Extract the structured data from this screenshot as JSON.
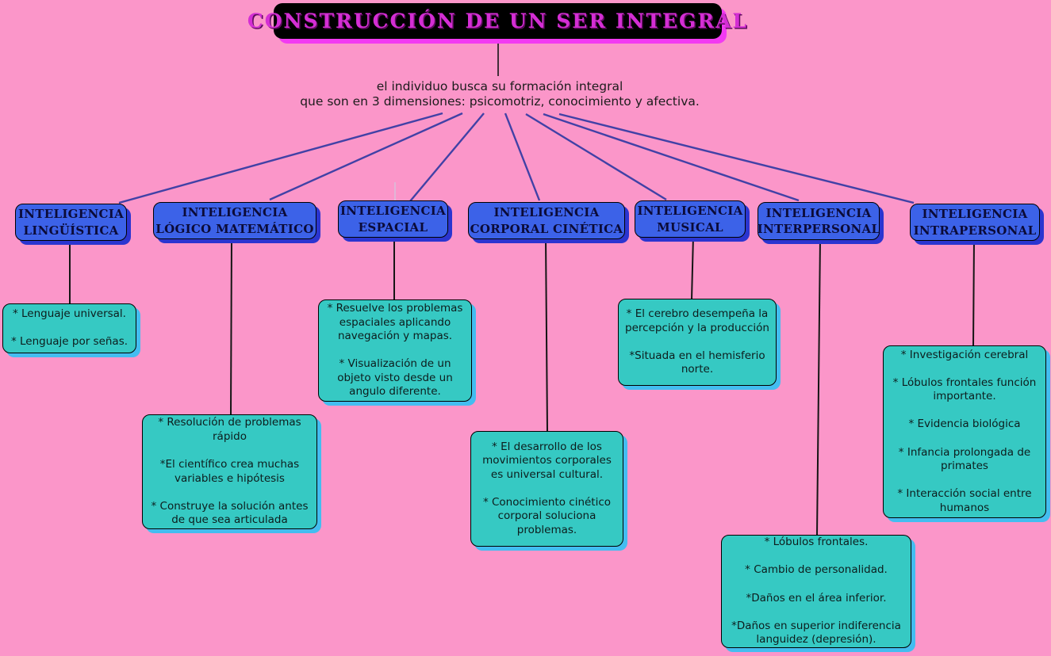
{
  "diagram_title": "CONSTRUCCIÓN DE UN SER INTEGRAL",
  "root_statement": "el individuo busca su formación integral\nque son en 3 dimensiones: psicomotriz, conocimiento y afectiva.",
  "colors": {
    "background": "#fb96c9",
    "title_box_bg": "#000000",
    "title_text": "#d42ed4",
    "title_shadow": "#f23af2",
    "branch_node_fill": "#3c62e8",
    "branch_node_shadow": "#2b35d0",
    "branch_node_text": "#0b0b38",
    "detail_node_fill": "#36c9c3",
    "detail_node_shadow": "#43bdf0",
    "connector_blue": "#4141a6",
    "connector_black": "#151515"
  },
  "branches": [
    {
      "label": "INTELIGENCIA\nLINGÜÍSTICA",
      "details": [
        "* Lenguaje universal.",
        "* Lenguaje por señas."
      ]
    },
    {
      "label": "INTELIGENCIA\nLÓGICO MATEMÁTICO",
      "details": [
        "* Resolución de problemas rápido",
        "*El científico crea muchas variables e hipótesis",
        "* Construye la solución antes de que sea articulada"
      ]
    },
    {
      "label": "INTELIGENCIA\nESPACIAL",
      "details": [
        "* Resuelve los problemas espaciales aplicando navegación y mapas.",
        "* Visualización de un objeto visto desde un angulo diferente."
      ]
    },
    {
      "label": "INTELIGENCIA\nCORPORAL CINÉTICA",
      "details": [
        "* El desarrollo de los movimientos corporales es universal cultural.",
        "* Conocimiento cinético corporal soluciona problemas."
      ]
    },
    {
      "label": "INTELIGENCIA\nMUSICAL",
      "details": [
        "* El cerebro desempeña la percepción y la producción",
        "*Situada en el hemisferio norte."
      ]
    },
    {
      "label": "INTELIGENCIA\nINTERPERSONAL",
      "details": [
        "* Lóbulos frontales.",
        "* Cambio de personalidad.",
        "*Daños en el área inferior.",
        "*Daños en superior indiferencia languidez (depresión)."
      ]
    },
    {
      "label": "INTELIGENCIA\nINTRAPERSONAL",
      "details": [
        "* Investigación cerebral",
        "* Lóbulos frontales función importante.",
        "* Evidencia biológica",
        "* Infancia prolongada de primates",
        "* Interacción social entre humanos"
      ]
    }
  ]
}
